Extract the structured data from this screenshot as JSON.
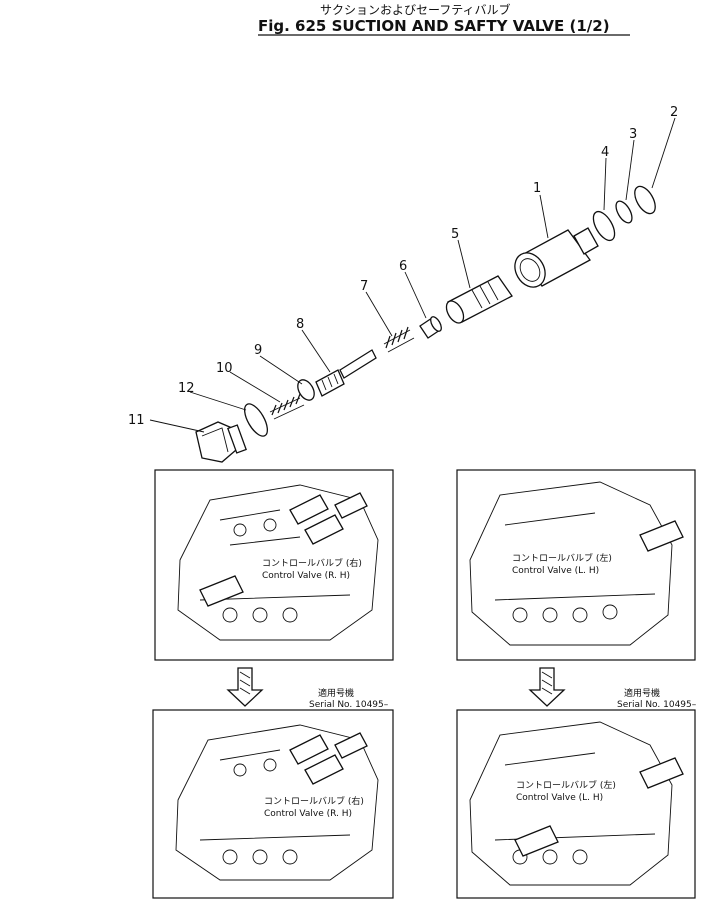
{
  "header": {
    "title_jp": "サクションおよびセーフティバルブ",
    "title_en": "Fig. 625 SUCTION AND SAFTY VALVE (1/2)"
  },
  "callouts": [
    "1",
    "2",
    "3",
    "4",
    "5",
    "6",
    "7",
    "8",
    "9",
    "10",
    "11",
    "12"
  ],
  "panels": [
    {
      "jp": "コントロールバルブ (右)",
      "en": "Control Valve (R. H)",
      "serial_jp": "",
      "serial_en": ""
    },
    {
      "jp": "コントロールバルブ (左)",
      "en": "Control Valve (L. H)",
      "serial_jp": "",
      "serial_en": ""
    },
    {
      "jp": "コントロールバルブ (右)",
      "en": "Control Valve (R. H)",
      "serial_jp": "適用号機",
      "serial_en": "Serial No. 10495–"
    },
    {
      "jp": "コントロールバルブ (左)",
      "en": "Control Valve (L. H)",
      "serial_jp": "適用号機",
      "serial_en": "Serial No. 10495–"
    }
  ]
}
